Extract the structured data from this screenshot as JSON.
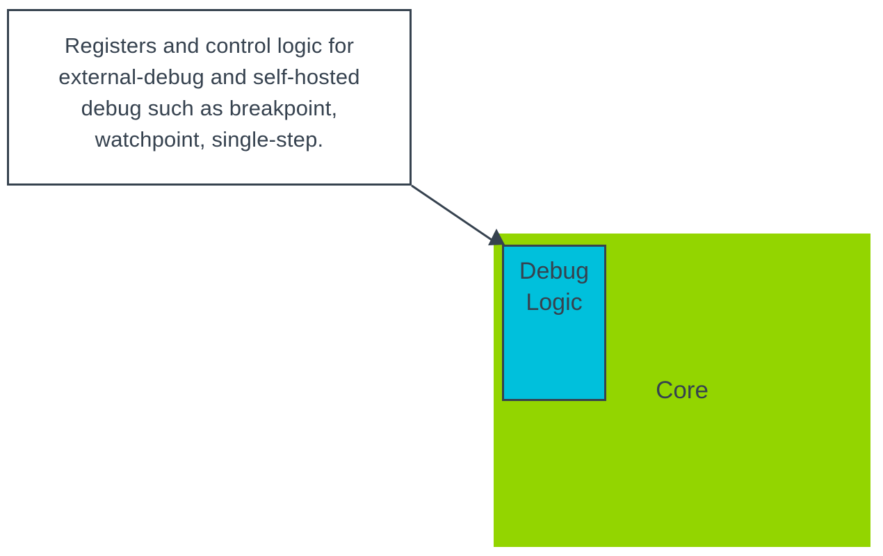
{
  "colors": {
    "dark": "#36424F",
    "green": "#93D500",
    "cyan": "#00C0DC",
    "canvas": "#FFFFFF"
  },
  "callout": {
    "lines": [
      "Registers and control logic for",
      "external-debug and self-hosted",
      "debug such as breakpoint,",
      "watchpoint, single-step."
    ]
  },
  "core": {
    "label": "Core"
  },
  "debug_logic": {
    "lines": [
      "Debug",
      "Logic"
    ]
  }
}
